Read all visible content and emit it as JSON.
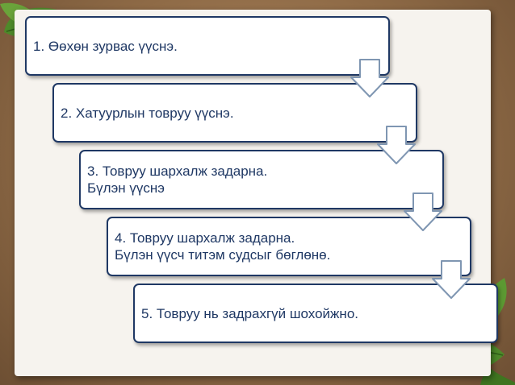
{
  "steps": [
    {
      "lines": [
        "1. Өөхөн зурвас үүснэ."
      ]
    },
    {
      "lines": [
        "2. Хатуурлын товруу үүснэ."
      ]
    },
    {
      "lines": [
        "3. Товруу шархалж задарна.",
        "Бүлэн үүснэ"
      ]
    },
    {
      "lines": [
        "4. Товруу шархалж задарна.",
        "Бүлэн үүсч титэм судсыг бөглөнө."
      ]
    },
    {
      "lines": [
        "5. Товруу нь задрахгүй шохойжно."
      ]
    }
  ],
  "colors": {
    "box_border": "#1f3864",
    "box_text": "#1f3864",
    "arrow_fill": "#ffffff",
    "arrow_stroke": "#7f96b2",
    "leaf": "#4e8a2a"
  }
}
